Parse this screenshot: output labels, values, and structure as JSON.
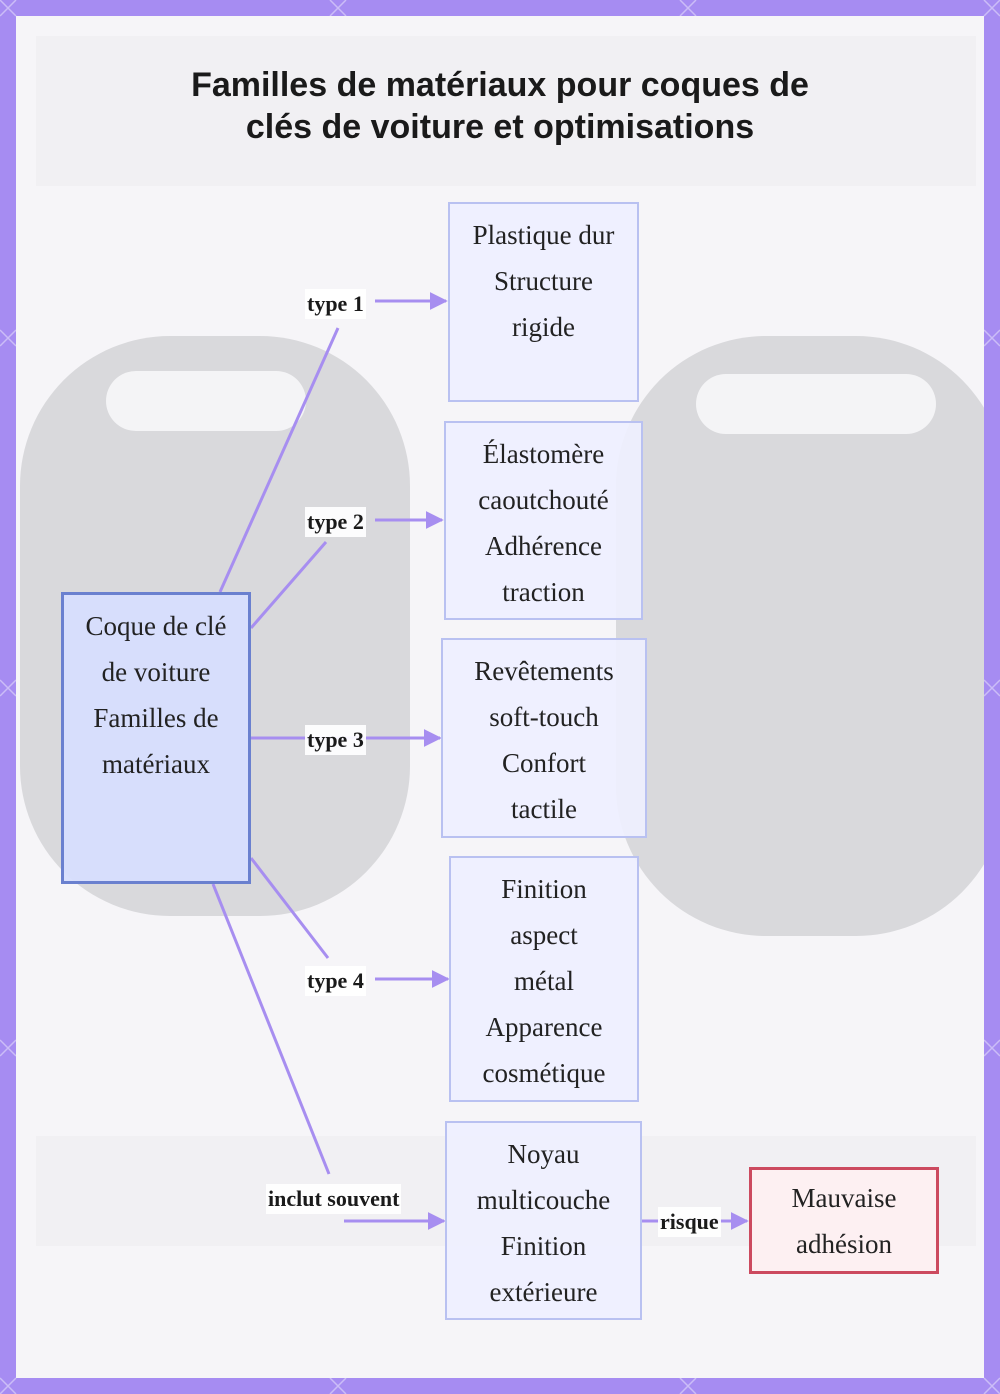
{
  "title": {
    "line1": "Familles de matériaux pour coques de",
    "line2": "clés de voiture et optimisations"
  },
  "colors": {
    "frame": "#a68cf2",
    "edge": "#a78ef0",
    "node_border": "#b9c1f1",
    "center_border": "#6a80cf",
    "risk_border": "#cc4a5f"
  },
  "nodes": {
    "center": {
      "lines": [
        "Coque de clé",
        "de voiture",
        "Familles de",
        "matériaux"
      ]
    },
    "hard_plastic": {
      "lines": [
        "Plastique dur",
        "Structure",
        "rigide"
      ]
    },
    "elastomer": {
      "lines": [
        "Élastomère",
        "caoutchouté",
        "Adhérence",
        "traction"
      ]
    },
    "soft_touch": {
      "lines": [
        "Revêtements",
        "soft-touch",
        "Confort",
        "tactile"
      ]
    },
    "metal_finish": {
      "lines": [
        "Finition",
        "aspect",
        "métal",
        "Apparence",
        "cosmétique"
      ]
    },
    "multilayer": {
      "lines": [
        "Noyau",
        "multicouche",
        "Finition",
        "extérieure"
      ]
    },
    "poor_adhesion": {
      "lines": [
        "Mauvaise",
        "adhésion"
      ]
    }
  },
  "edges": {
    "type1": "type 1",
    "type2": "type 2",
    "type3": "type 3",
    "type4": "type 4",
    "includes": "inclut souvent",
    "risk": "risque"
  }
}
